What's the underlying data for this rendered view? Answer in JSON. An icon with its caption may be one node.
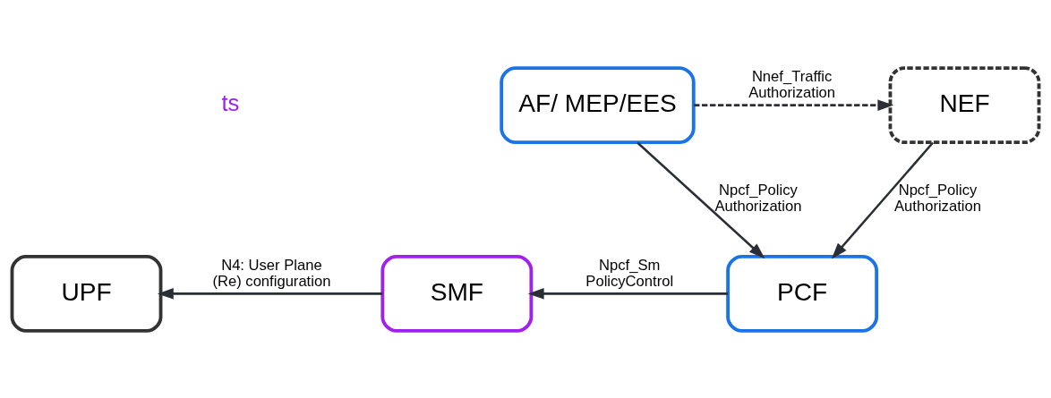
{
  "diagram": {
    "nodes": [
      {
        "text": [
          "AF/ MEP/EES"
        ]
      },
      {
        "text": [
          "NEF"
        ]
      },
      {
        "text": [
          "UPF"
        ]
      },
      {
        "text": [
          "SMF"
        ]
      },
      {
        "text": [
          "PCF"
        ]
      }
    ],
    "edges": [
      {
        "from": 0,
        "to": 1,
        "arrow": "to",
        "label": "Nnef_Traffic Authorization",
        "style": "dashed"
      },
      {
        "from": 0,
        "to": 4,
        "arrow": "to",
        "label": "Npcf_Policy Authorization"
      },
      {
        "from": 1,
        "to": 4,
        "arrow": "to",
        "label": "Npcf_Policy Authorization"
      },
      {
        "from": 4,
        "to": 3,
        "arrow": "to",
        "label": "Npcf_Sm PolicyControl"
      },
      {
        "from": 3,
        "to": 2,
        "arrow": "to",
        "label": "N4: User Plane (Re) configuration"
      }
    ],
    "labels": [
      "ts"
    ]
  }
}
